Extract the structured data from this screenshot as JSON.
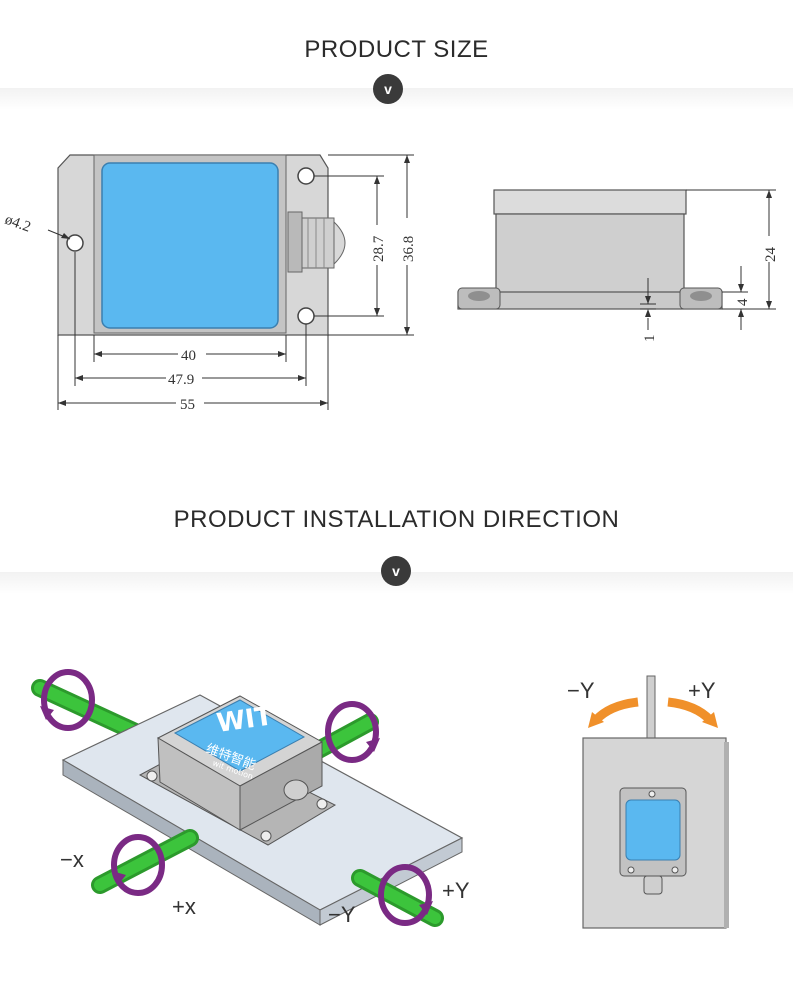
{
  "sections": {
    "size_title": "PRODUCT SIZE",
    "install_title": "PRODUCT INSTALLATION DIRECTION",
    "chevron_glyph": "v"
  },
  "dimensions": {
    "hole_diameter": "ø4.2",
    "inner_width": "40",
    "hole_spacing": "47.9",
    "overall_width": "55",
    "hole_vertical": "28.7",
    "overall_height": "36.8",
    "total_thickness": "24",
    "flange_thickness": "4",
    "base_offset": "1"
  },
  "installation": {
    "neg_x": "−x",
    "pos_x": "+x",
    "neg_y_left": "−Y",
    "pos_y_left": "+Y",
    "neg_y_right": "−Y",
    "pos_y_right": "+Y",
    "logo_text": "维特智能",
    "logo_sub": "wit motion"
  },
  "colors": {
    "screen_blue": "#5ab8f0",
    "rod_green": "#3cc43c",
    "arrow_purple": "#7a2a84",
    "arrow_orange": "#f0902a",
    "housing_gray": "#cfcfcf"
  }
}
